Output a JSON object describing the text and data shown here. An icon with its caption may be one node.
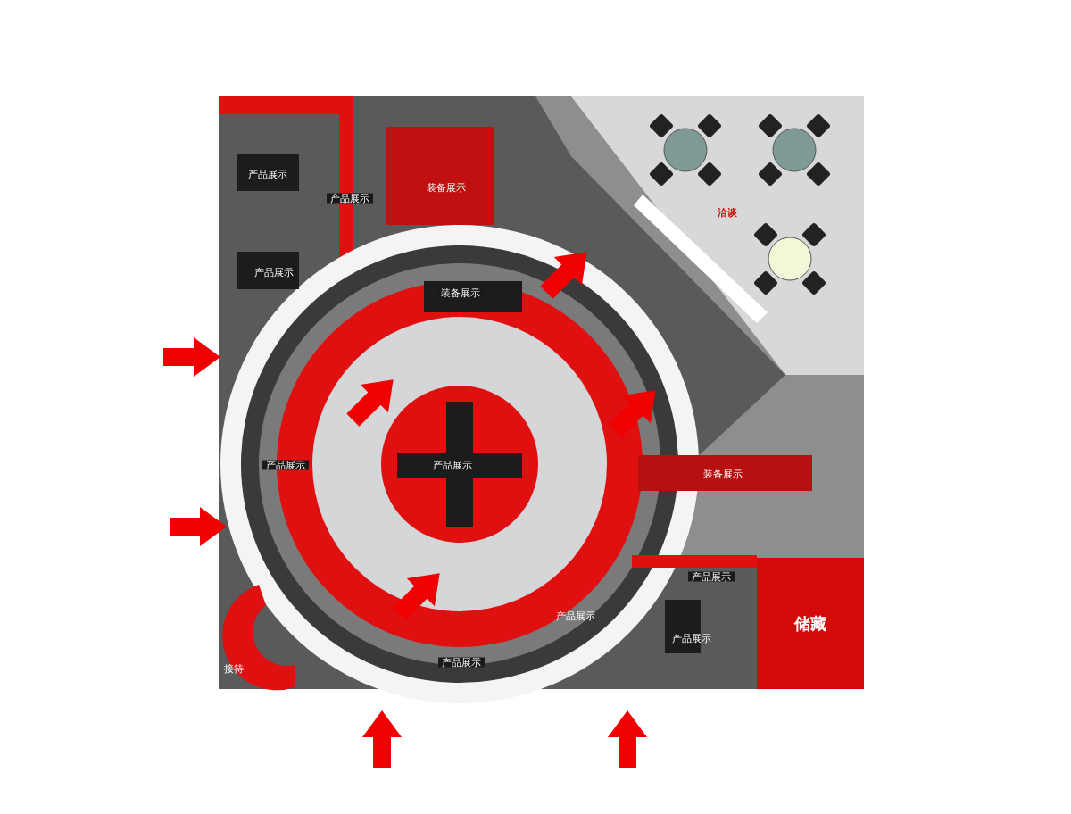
{
  "diagram": {
    "nodes": [
      {
        "text": [
          "储藏"
        ]
      }
    ],
    "labels": [
      "产品展示",
      "产品展示",
      "装备展示",
      "洽谈",
      "产品展示",
      "装备展示",
      "产品展示",
      "产品展示",
      "装备展示",
      "产品展示",
      "产品展示",
      "产品展示",
      "产品展示",
      "接待"
    ]
  }
}
